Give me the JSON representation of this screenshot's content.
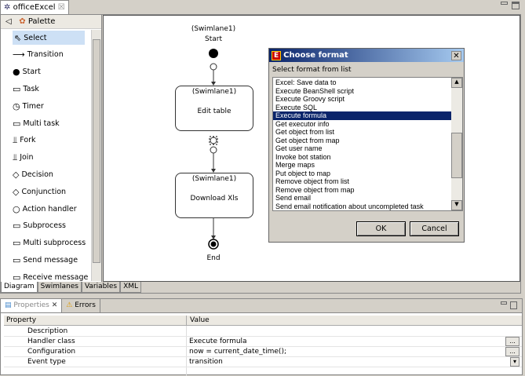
{
  "editor": {
    "tab_title": "officeExcel",
    "bottom_tabs": [
      "Diagram",
      "Swimlanes",
      "Variables",
      "XML"
    ]
  },
  "palette": {
    "title": "Palette",
    "items": [
      "Select",
      "Transition",
      "Start",
      "Task",
      "Timer",
      "Multi task",
      "Fork",
      "Join",
      "Decision",
      "Conjunction",
      "Action handler",
      "Subprocess",
      "Multi subprocess",
      "Send message",
      "Receive message"
    ]
  },
  "diagram": {
    "start": {
      "swimlane": "(Swimlane1)",
      "label": "Start"
    },
    "task1": {
      "swimlane": "(Swimlane1)",
      "label": "Edit table"
    },
    "task2": {
      "swimlane": "(Swimlane1)",
      "label": "Download Xls"
    },
    "end": {
      "label": "End"
    }
  },
  "dialog": {
    "title": "Choose format",
    "prompt": "Select format from list",
    "items": [
      "Excel: Save data to",
      "Execute BeanShell script",
      "Execute Groovy script",
      "Execute SQL",
      "Execute formula",
      "Get executor info",
      "Get object from list",
      "Get object from map",
      "Get user name",
      "Invoke bot station",
      "Merge maps",
      "Put object to map",
      "Remove object from list",
      "Remove object from map",
      "Send email",
      "Send email notification about uncompleted task"
    ],
    "selected": "Execute formula",
    "ok": "OK",
    "cancel": "Cancel"
  },
  "properties": {
    "tabs": [
      "Properties",
      "Errors"
    ],
    "columns": [
      "Property",
      "Value"
    ],
    "rows": [
      {
        "property": "Description",
        "value": ""
      },
      {
        "property": "Handler class",
        "value": "Execute formula"
      },
      {
        "property": "Configuration",
        "value": "now = current_date_time();"
      },
      {
        "property": "Event type",
        "value": "transition"
      }
    ],
    "ellipsis": "..."
  },
  "colors": {
    "title_bar": "#0a246a",
    "selection": "#0a246a",
    "palette_select": "#cde0f5"
  }
}
